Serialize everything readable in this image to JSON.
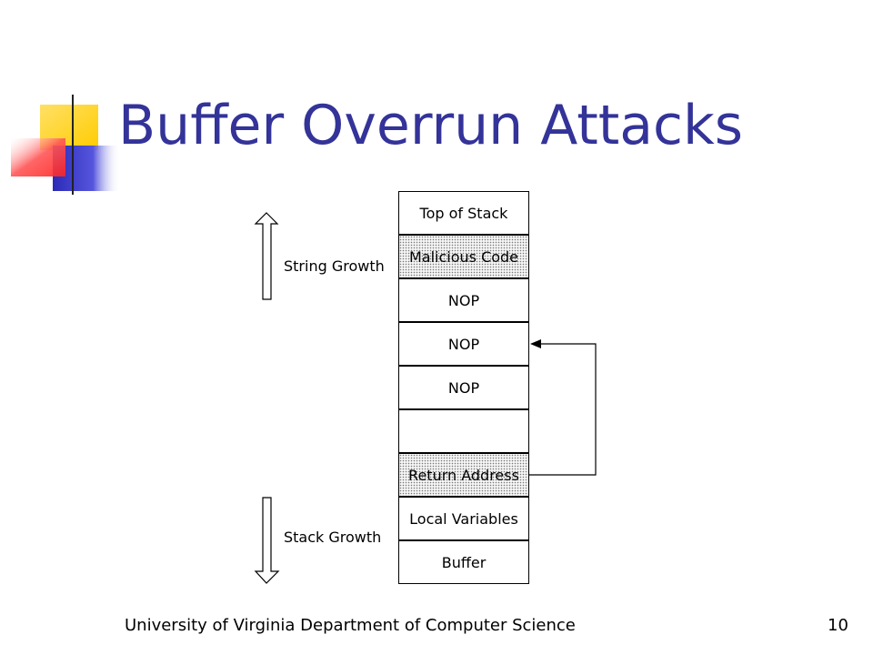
{
  "slide": {
    "title": "Buffer Overrun Attacks",
    "footer_left": "University of Virginia Department of Computer Science",
    "page_number": "10"
  },
  "diagram": {
    "stack_cells": [
      {
        "label": "Top of Stack",
        "shaded": false
      },
      {
        "label": "Malicious Code",
        "shaded": true
      },
      {
        "label": "NOP",
        "shaded": false
      },
      {
        "label": "NOP",
        "shaded": false
      },
      {
        "label": "NOP",
        "shaded": false
      },
      {
        "label": "",
        "shaded": false
      },
      {
        "label": "Return Address",
        "shaded": true
      },
      {
        "label": "Local Variables",
        "shaded": false
      },
      {
        "label": "Buffer",
        "shaded": false
      }
    ],
    "string_growth_label": "String Growth",
    "stack_growth_label": "Stack Growth"
  },
  "colors": {
    "title": "#333399",
    "deco_yellow": "#ffcc00",
    "deco_blue": "#3333cc",
    "deco_red": "#ff3333"
  }
}
